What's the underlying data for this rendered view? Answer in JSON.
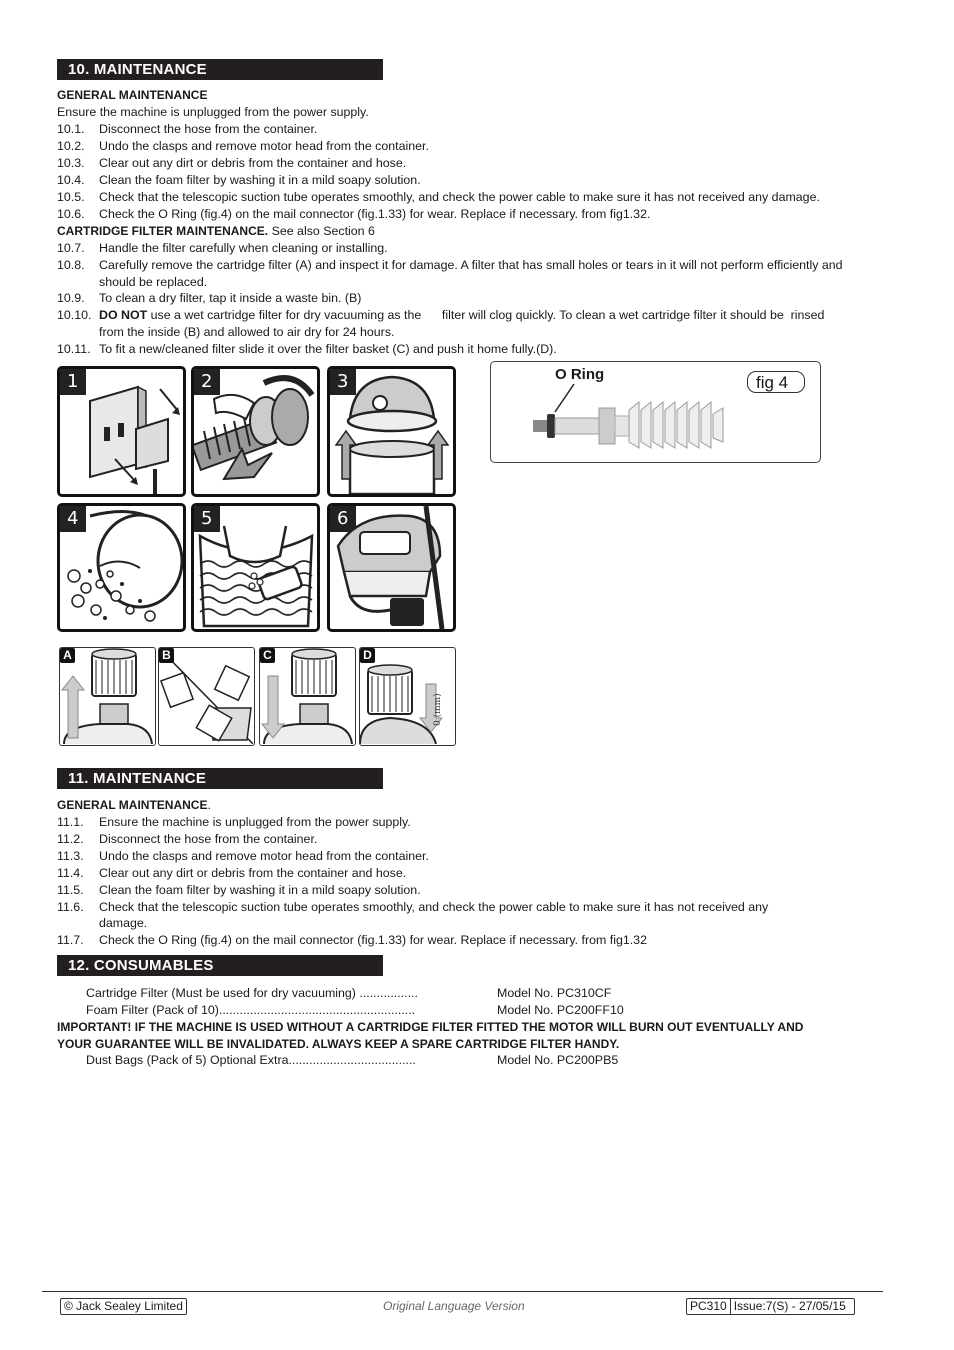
{
  "s10": {
    "title": "10. MAINTENANCE",
    "general_heading": "GENERAL MAINTENANCE",
    "intro": "Ensure the machine is unplugged from the power supply.",
    "items": [
      {
        "num": "10.1.",
        "text": "Disconnect the hose from the container."
      },
      {
        "num": "10.2.",
        "text": "Undo the clasps and remove motor head from the container."
      },
      {
        "num": "10.3.",
        "text": "Clear out any dirt or debris from the container and hose."
      },
      {
        "num": "10.4.",
        "text": "Clean the foam filter by washing it in a mild soapy solution."
      },
      {
        "num": "10.5.",
        "text": "Check that the telescopic suction tube operates smoothly, and check the power cable to make sure it has not received any damage."
      },
      {
        "num": "10.6.",
        "text": "Check the O Ring (fig.4) on the mail connector (fig.1.33) for wear. Replace if necessary. from fig1.32."
      }
    ],
    "cartridge_heading": "CARTRIDGE FILTER MAINTENANCE.",
    "cartridge_see": "See also Section 6",
    "items2": [
      {
        "num": "10.7.",
        "text": "Handle the filter carefully when cleaning or installing."
      },
      {
        "num": "10.8.",
        "text": "Carefully remove the cartridge filter (A) and inspect it for damage. A filter that has small holes or tears in it will not perform efficiently and",
        "text2": "should be replaced."
      },
      {
        "num": "10.9.",
        "text": "To clean a dry filter, tap it inside a waste bin. (B)"
      },
      {
        "num": "10.10.",
        "bold": "DO NOT",
        "text": " use a wet cartridge filter for dry vacuuming as the      filter will clog quickly. To clean a wet cartridge filter it should be  rinsed",
        "text2": "from the inside (B) and allowed to air dry for 24 hours."
      },
      {
        "num": "10.11.",
        "text": "To fit a new/cleaned filter slide it over the filter basket (C) and push it home fully.(D)."
      }
    ]
  },
  "figure": {
    "panels": [
      "1",
      "2",
      "3",
      "4",
      "5",
      "6"
    ],
    "filter_panels": [
      "A",
      "B",
      "C",
      "D"
    ],
    "rotated_label": "0 (mm)",
    "oring_label": "O Ring",
    "fig_label": "fig 4"
  },
  "s11": {
    "title": "11. MAINTENANCE",
    "general_heading": "GENERAL MAINTENANCE",
    "heading_period": ".",
    "items": [
      {
        "num": "11.1.",
        "text": "Ensure the machine is unplugged from the power supply."
      },
      {
        "num": "11.2.",
        "text": "Disconnect the hose from the container."
      },
      {
        "num": "11.3.",
        "text": "Undo the clasps and remove motor head from the container."
      },
      {
        "num": "11.4.",
        "text": "Clear out any dirt or debris from the container and hose."
      },
      {
        "num": "11.5.",
        "text": "Clean the foam filter by washing it in a mild soapy solution."
      },
      {
        "num": "11.6.",
        "text": "Check that the telescopic suction tube operates smoothly, and check the power cable to make sure it has not received any",
        "text2": "damage."
      },
      {
        "num": "11.7.",
        "text": "Check the O Ring (fig.4) on the mail connector (fig.1.33) for wear. Replace if necessary. from fig1.32"
      }
    ]
  },
  "s12": {
    "title": "12. CONSUMABLES",
    "rows": [
      {
        "item": "Cartridge Filter (Must be used for dry vacuuming) .................",
        "model": "Model No. PC310CF"
      },
      {
        "item": "Foam Filter (Pack of 10).........................................................",
        "model": "Model No. PC200FF10"
      }
    ],
    "important_1": "IMPORTANT! IF THE MACHINE IS USED WITHOUT A CARTRIDGE FILTER FITTED THE MOTOR WILL BURN OUT EVENTUALLY AND",
    "important_2": "YOUR GUARANTEE WILL BE INVALIDATED. ALWAYS KEEP A SPARE CARTRIDGE FILTER HANDY.",
    "rows2": [
      {
        "item": "Dust Bags (Pack of 5) Optional Extra.....................................",
        "model": "Model No. PC200PB5"
      }
    ]
  },
  "footer": {
    "copyright": "© Jack Sealey Limited",
    "center": "Original Language Version",
    "model": "PC310",
    "issue": "Issue:7(S) - 27/05/15"
  }
}
